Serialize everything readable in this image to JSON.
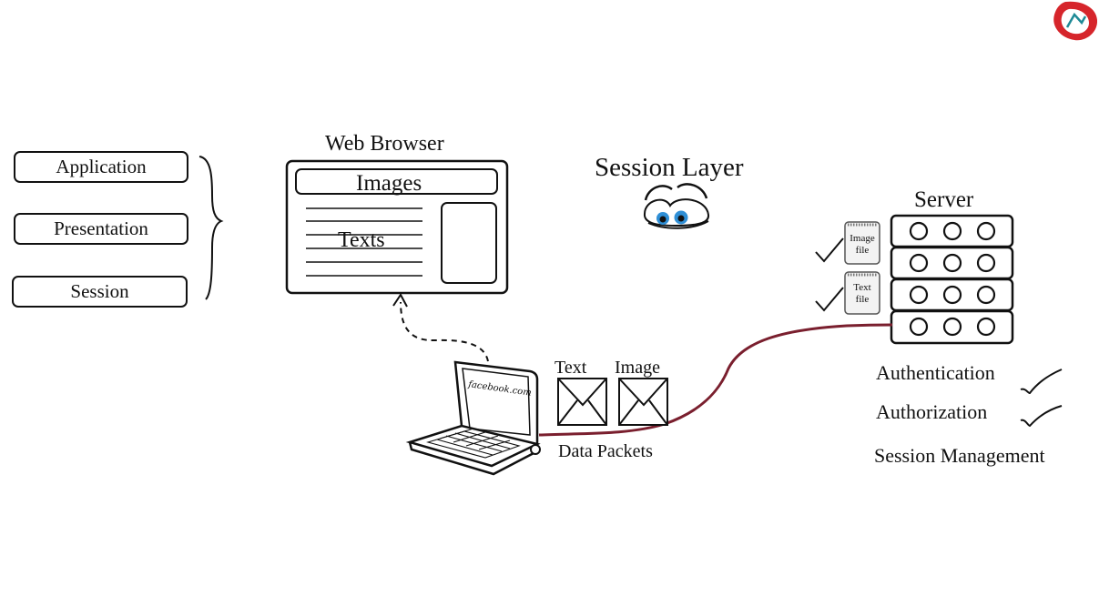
{
  "stack": {
    "items": [
      {
        "label": "Application"
      },
      {
        "label": "Presentation"
      },
      {
        "label": "Session"
      }
    ]
  },
  "browser": {
    "title": "Web Browser",
    "images_label": "Images",
    "texts_label": "Texts"
  },
  "session_layer": {
    "title": "Session Layer"
  },
  "laptop": {
    "screen_text": "facebook.com"
  },
  "packets": {
    "text_label": "Text",
    "image_label": "Image",
    "caption": "Data Packets"
  },
  "server": {
    "title": "Server",
    "files": [
      {
        "line1": "Image",
        "line2": "file"
      },
      {
        "line1": "Text",
        "line2": "file"
      }
    ]
  },
  "features": {
    "authentication": "Authentication",
    "authorization": "Authorization",
    "session_management": "Session Management"
  },
  "colors": {
    "cable": "#7a1f2e",
    "logo_red": "#d6252b",
    "eye_blue": "#2f8fd6"
  }
}
